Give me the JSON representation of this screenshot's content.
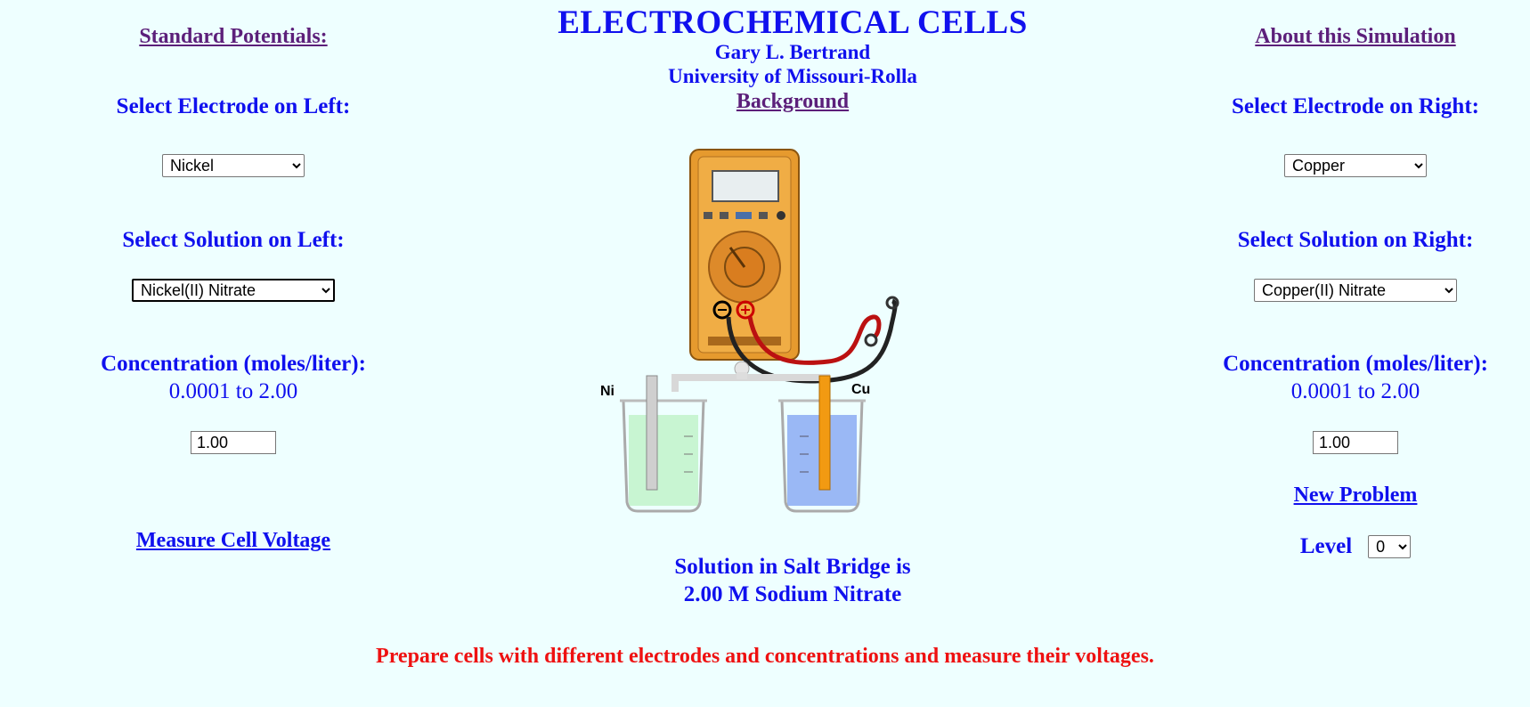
{
  "header": {
    "title": "ELECTROCHEMICAL CELLS",
    "author": "Gary L. Bertrand",
    "institution": "University of Missouri-Rolla",
    "background_link": "Background"
  },
  "left": {
    "standard_potentials_link": "Standard Potentials:",
    "electrode_label": "Select Electrode on Left:",
    "electrode_value": "Nickel",
    "solution_label": "Select Solution on Left:",
    "solution_value": "Nickel(II) Nitrate",
    "concentration_label": "Concentration (moles/liter):",
    "concentration_range": "0.0001 to 2.00",
    "concentration_value": "1.00",
    "measure_link": "Measure Cell Voltage"
  },
  "right": {
    "about_link": "About this Simulation",
    "electrode_label": "Select Electrode on Right:",
    "electrode_value": "Copper",
    "solution_label": "Select Solution on Right:",
    "solution_value": "Copper(II) Nitrate",
    "concentration_label": "Concentration (moles/liter):",
    "concentration_range": "0.0001 to 2.00",
    "concentration_value": "1.00",
    "new_problem_link": "New Problem",
    "level_label": "Level",
    "level_value": "0"
  },
  "apparatus": {
    "left_electrode_symbol": "Ni",
    "right_electrode_symbol": "Cu"
  },
  "salt_bridge": {
    "line1": "Solution in Salt Bridge is",
    "line2": "2.00 M Sodium Nitrate"
  },
  "instructions": "Prepare cells with different electrodes and concentrations and measure their voltages.",
  "colors": {
    "background": "#eeffff",
    "text": "#1010ee",
    "visited_link": "#5c1f7a",
    "instructions": "#ee1111",
    "left_solution": "#c8f5d2",
    "right_solution": "#9ab8f5",
    "meter_body": "#e69a2e"
  },
  "icons": [
    "multimeter-icon",
    "beaker-icon",
    "salt-bridge-icon",
    "electrode-icon"
  ]
}
